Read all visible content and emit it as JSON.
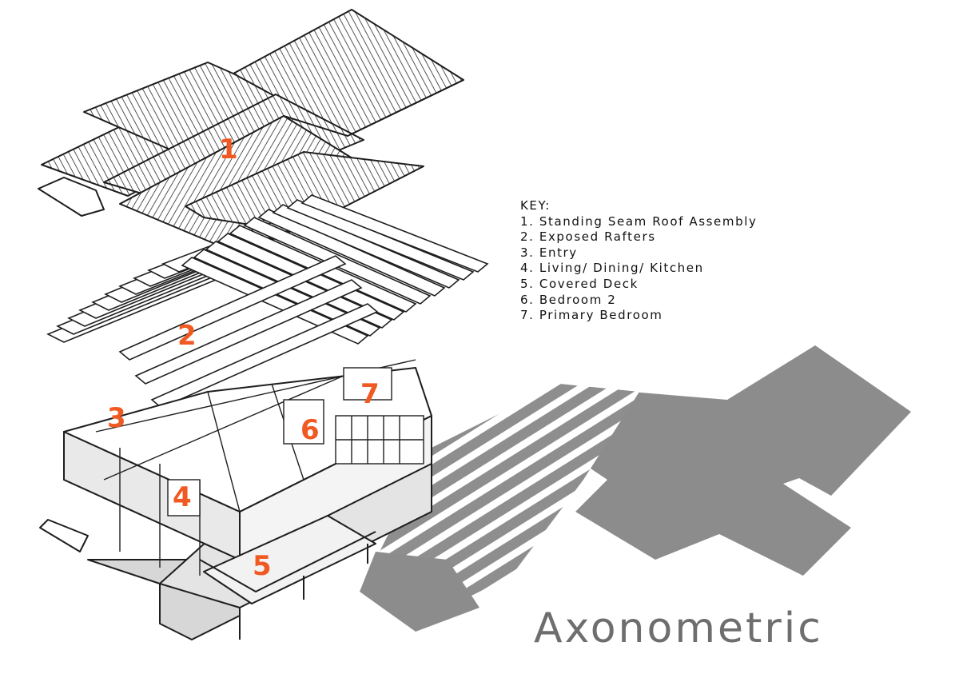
{
  "title": "Axonometric",
  "key": {
    "heading": "KEY:",
    "items": [
      "1. Standing Seam Roof Assembly",
      "2. Exposed Rafters",
      "3. Entry",
      "4. Living/ Dining/ Kitchen",
      "5. Covered Deck",
      "6. Bedroom 2",
      "7. Primary Bedroom"
    ]
  },
  "callouts": [
    "1",
    "2",
    "3",
    "4",
    "5",
    "6",
    "7"
  ],
  "colors": {
    "callout": "#f05a22",
    "shadow": "#8c8c8c",
    "title": "#6e6e6e",
    "line": "#222222"
  }
}
